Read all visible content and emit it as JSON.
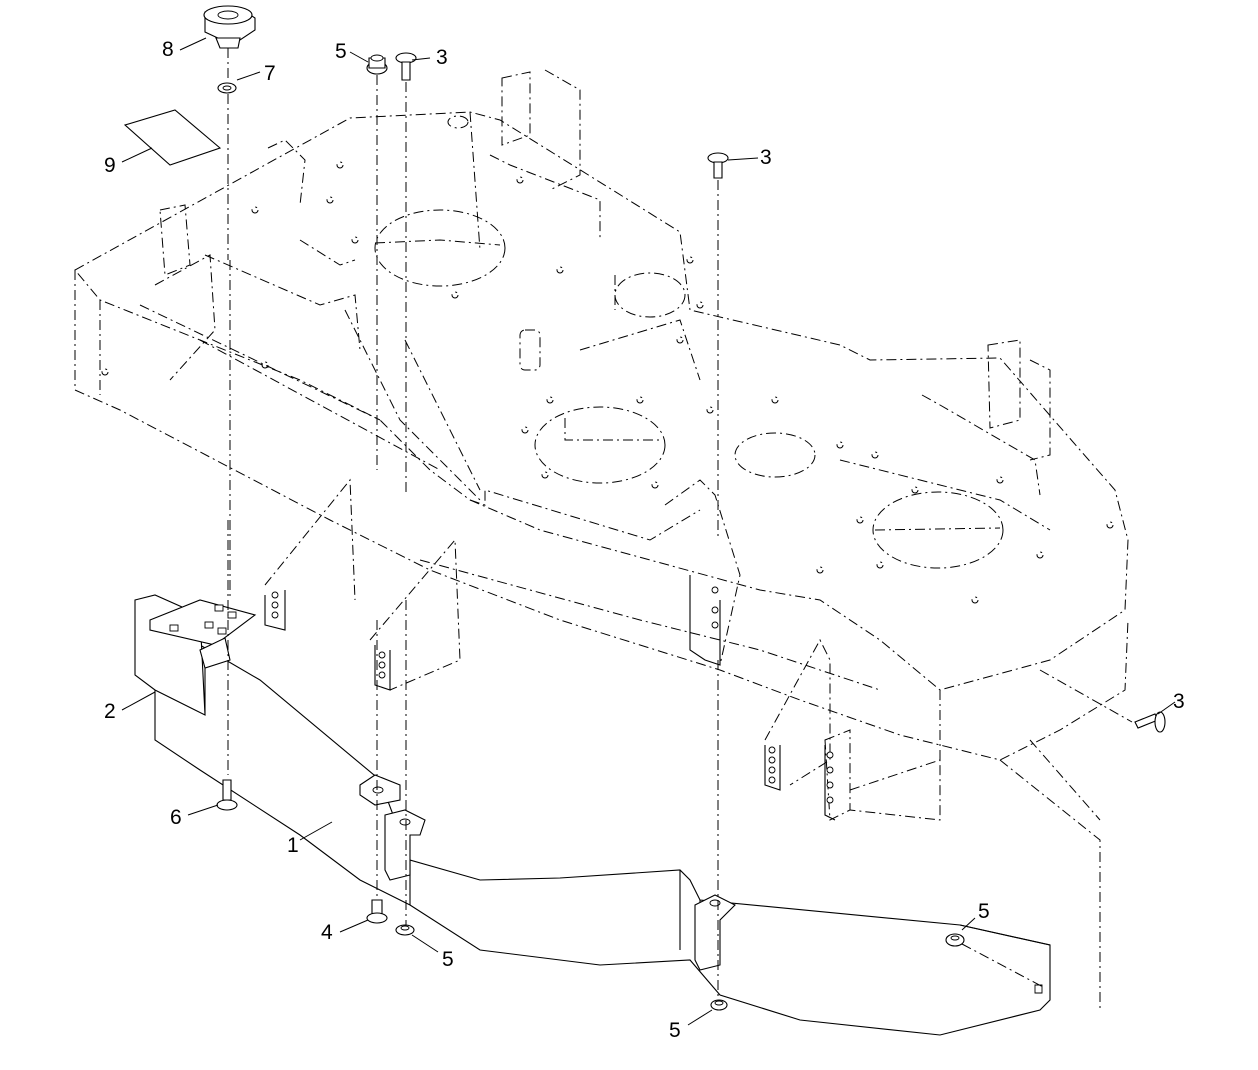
{
  "callouts": [
    {
      "id": "c1",
      "label": "1"
    },
    {
      "id": "c2",
      "label": "2"
    },
    {
      "id": "c3a",
      "label": "3"
    },
    {
      "id": "c3b",
      "label": "3"
    },
    {
      "id": "c3c",
      "label": "3"
    },
    {
      "id": "c4",
      "label": "4"
    },
    {
      "id": "c5a",
      "label": "5"
    },
    {
      "id": "c5b",
      "label": "5"
    },
    {
      "id": "c5c",
      "label": "5"
    },
    {
      "id": "c5d",
      "label": "5"
    },
    {
      "id": "c6",
      "label": "6"
    },
    {
      "id": "c7",
      "label": "7"
    },
    {
      "id": "c8",
      "label": "8"
    },
    {
      "id": "c9",
      "label": "9"
    }
  ]
}
